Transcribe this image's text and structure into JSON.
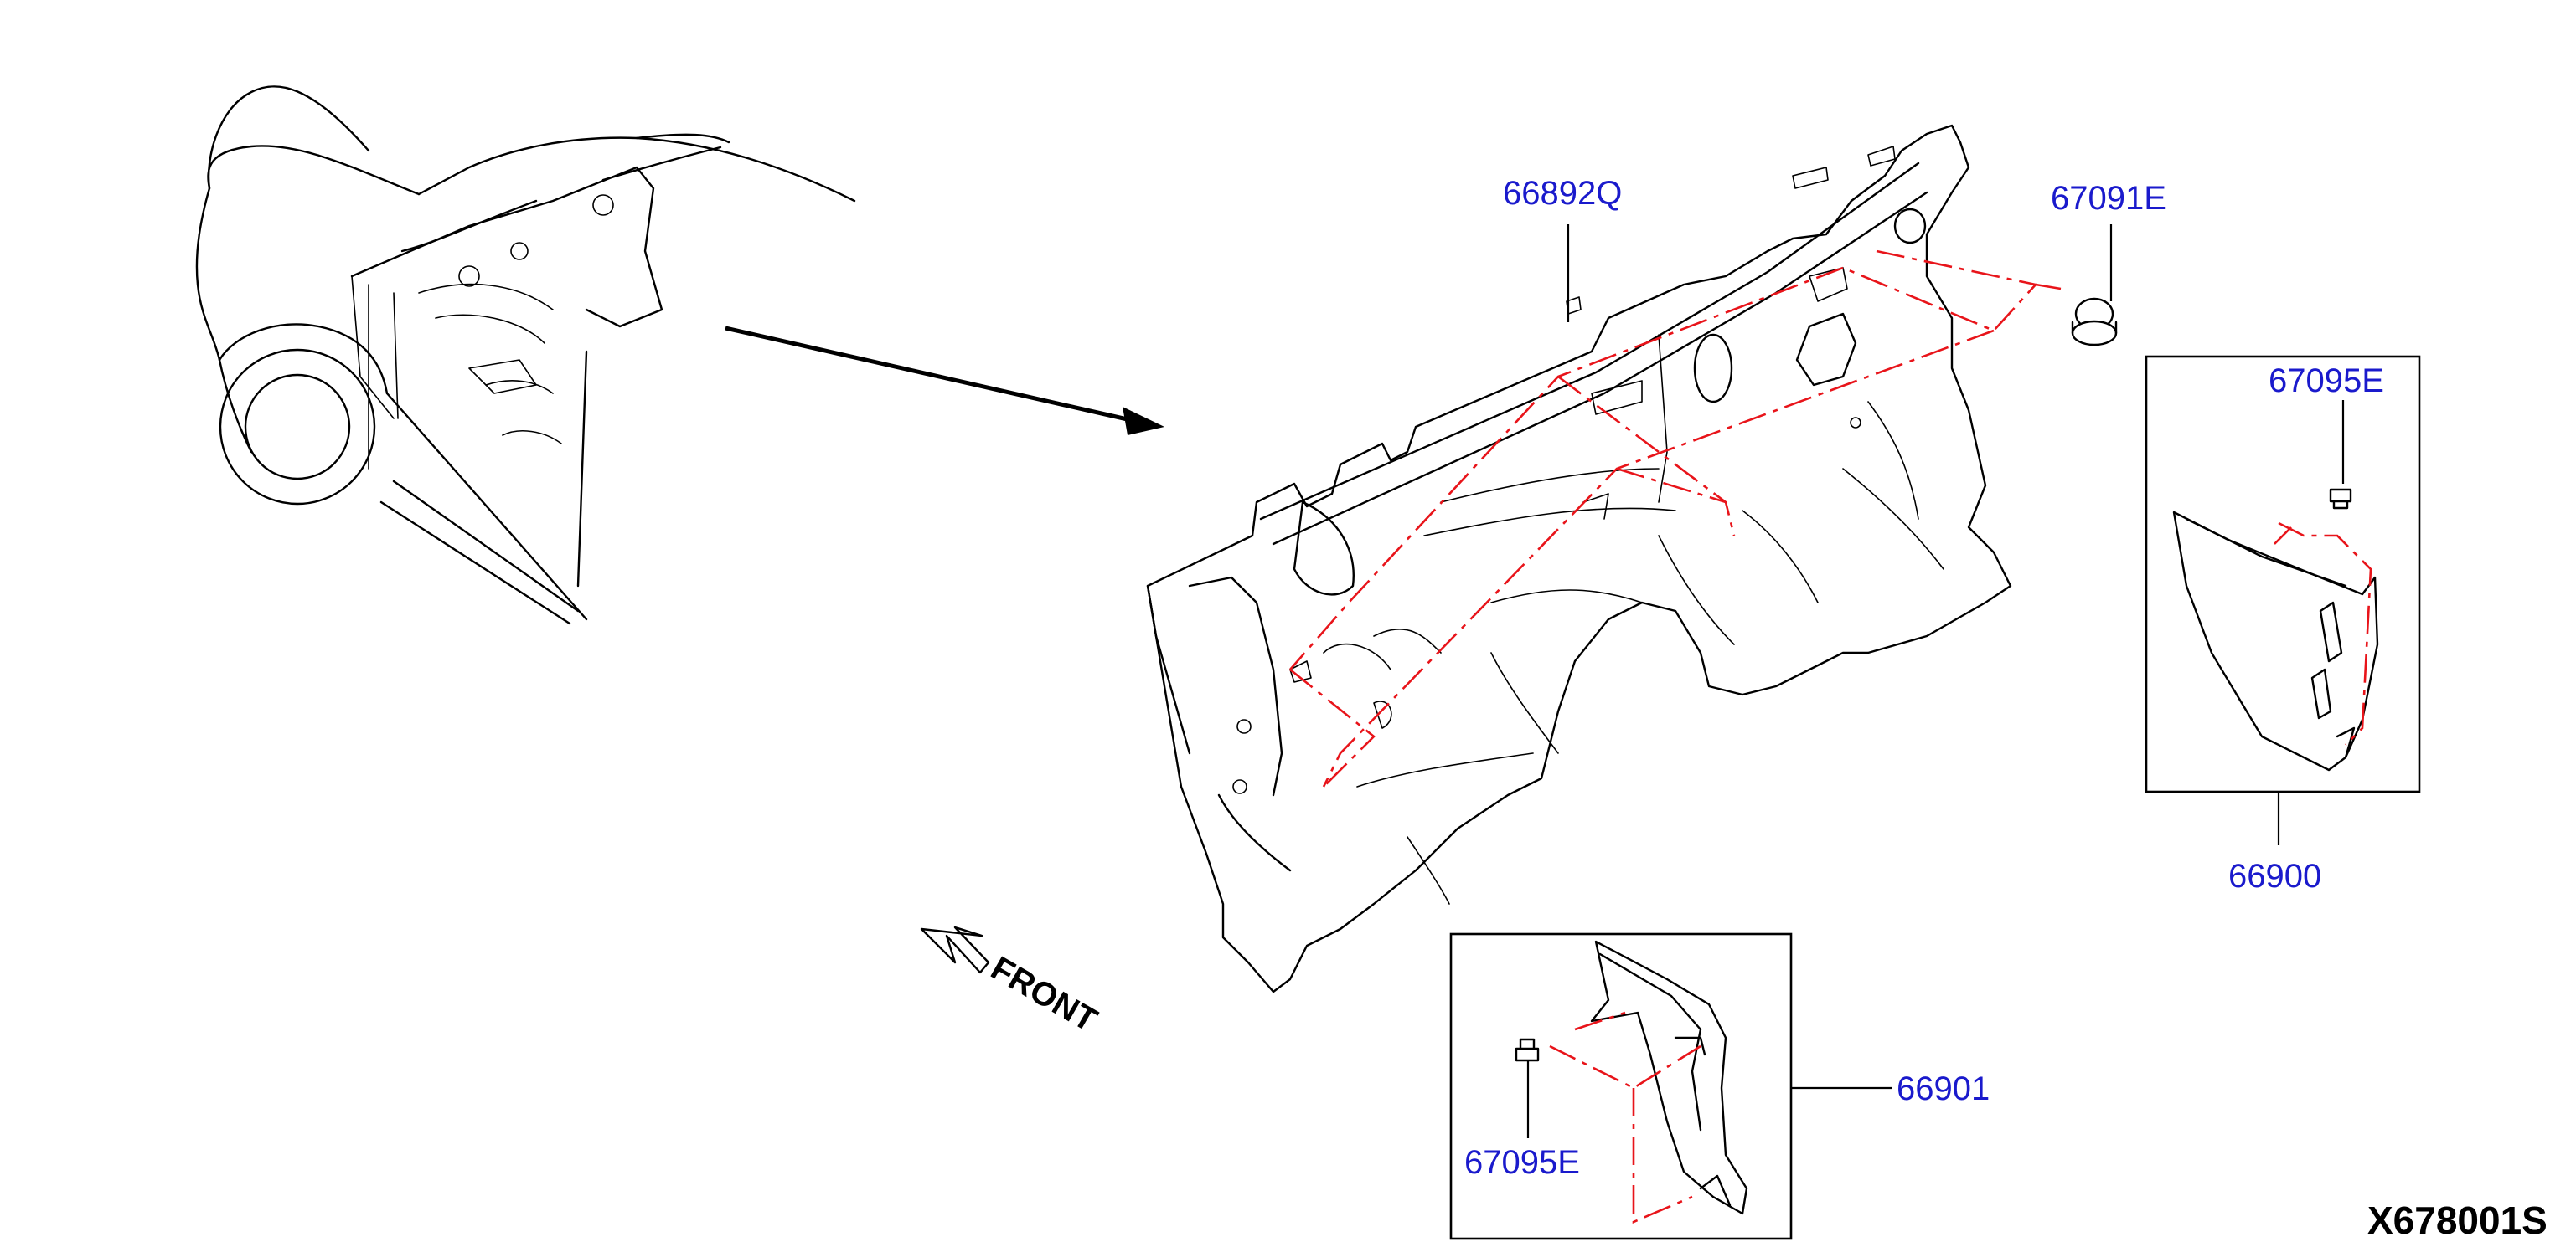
{
  "diagram": {
    "figure_code": "X678001S",
    "front_label": "FRONT",
    "parts": {
      "dash_insulator": "66892Q",
      "grommet": "67091E",
      "clip_right": "67095E",
      "finisher_right": "66900",
      "finisher_left": "66901",
      "clip_left": "67095E"
    },
    "colors": {
      "label_text": "#1a1acc",
      "assembly_lines": "#e8141a",
      "line_art": "#000000"
    },
    "icons": [
      "vehicle-cutaway-icon",
      "direction-arrow-icon",
      "front-arrow-icon",
      "clip-icon",
      "grommet-icon"
    ]
  }
}
